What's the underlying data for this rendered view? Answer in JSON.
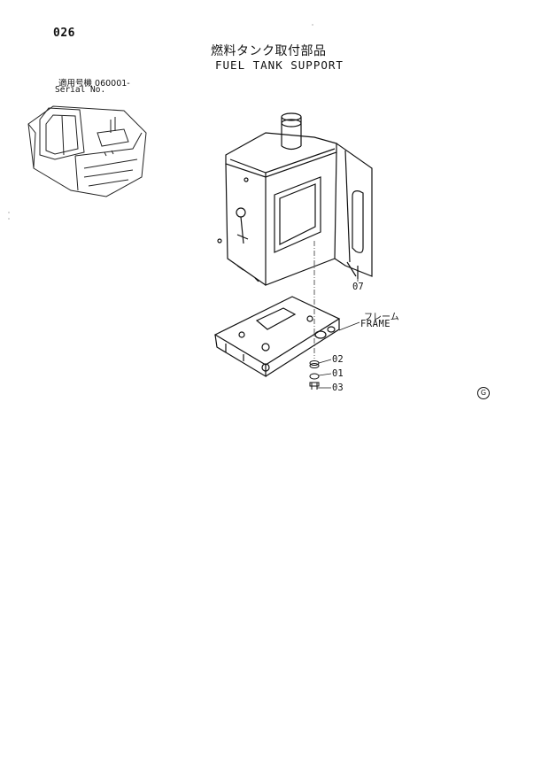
{
  "page_number": "026",
  "title_jp": "燃料タンク取付部品",
  "title_en": "FUEL TANK SUPPORT",
  "serial_jp": "適用号機 060001-",
  "serial_en": "Serial No.",
  "callouts": {
    "part_07": "07",
    "frame_jp": "フレーム",
    "frame_en": "FRAME",
    "part_02": "02",
    "part_01": "01",
    "part_03": "03"
  },
  "corner_mark": "G"
}
